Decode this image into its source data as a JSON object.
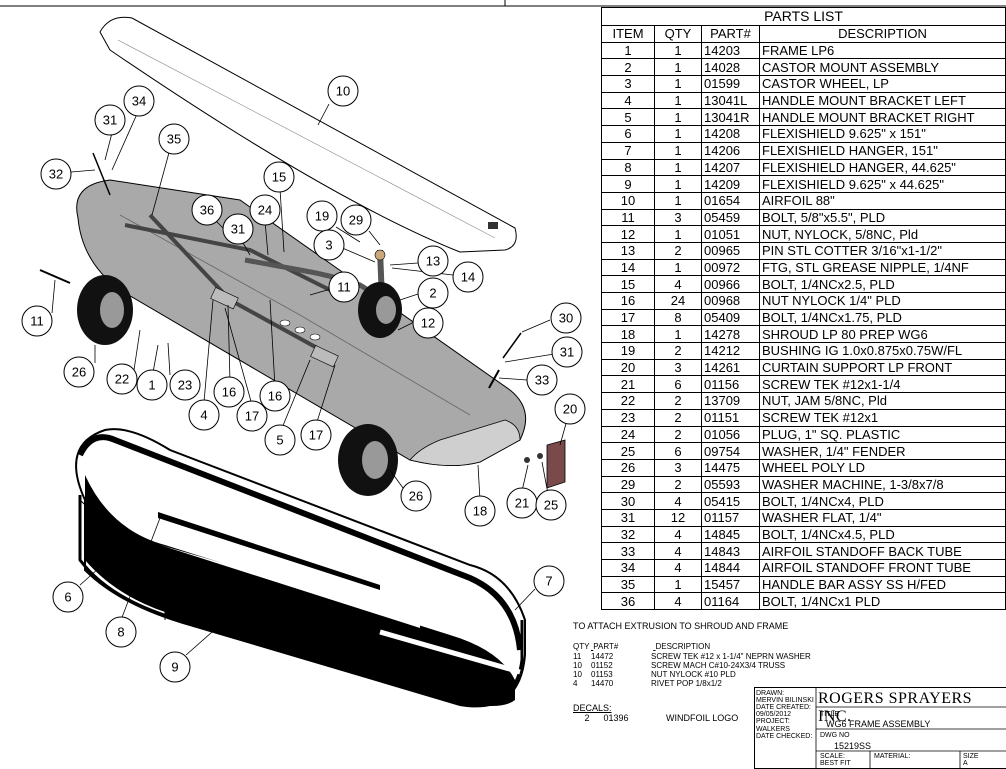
{
  "parts_list": {
    "title": "PARTS LIST",
    "headers": [
      "ITEM",
      "QTY",
      "PART#",
      "DESCRIPTION"
    ],
    "rows": [
      [
        "1",
        "1",
        "14203",
        "FRAME LP6"
      ],
      [
        "2",
        "1",
        "14028",
        "CASTOR MOUNT ASSEMBLY"
      ],
      [
        "3",
        "1",
        "01599",
        "CASTOR WHEEL, LP"
      ],
      [
        "4",
        "1",
        "13041L",
        "HANDLE MOUNT BRACKET LEFT"
      ],
      [
        "5",
        "1",
        "13041R",
        "HANDLE MOUNT BRACKET RIGHT"
      ],
      [
        "6",
        "1",
        "14208",
        "FLEXISHIELD 9.625\" x 151\""
      ],
      [
        "7",
        "1",
        "14206",
        "FLEXISHIELD HANGER, 151\""
      ],
      [
        "8",
        "1",
        "14207",
        "FLEXISHIELD HANGER, 44.625\""
      ],
      [
        "9",
        "1",
        "14209",
        "FLEXISHIELD 9.625\" x 44.625\""
      ],
      [
        "10",
        "1",
        "01654",
        "AIRFOIL 88\""
      ],
      [
        "11",
        "3",
        "05459",
        "BOLT, 5/8\"x5.5\", PLD"
      ],
      [
        "12",
        "1",
        "01051",
        "NUT, NYLOCK, 5/8NC, Pld"
      ],
      [
        "13",
        "2",
        "00965",
        "PIN STL COTTER 3/16\"x1-1/2\""
      ],
      [
        "14",
        "1",
        "00972",
        "FTG, STL GREASE NIPPLE, 1/4NF"
      ],
      [
        "15",
        "4",
        "00966",
        "BOLT, 1/4NCx2.5, PLD"
      ],
      [
        "16",
        "24",
        "00968",
        "NUT NYLOCK 1/4\" PLD"
      ],
      [
        "17",
        "8",
        "05409",
        "BOLT, 1/4NCx1.75, PLD"
      ],
      [
        "18",
        "1",
        "14278",
        "SHROUD LP 80 PREP WG6"
      ],
      [
        "19",
        "2",
        "14212",
        "BUSHING IG 1.0x0.875x0.75W/FL"
      ],
      [
        "20",
        "3",
        "14261",
        "CURTAIN SUPPORT LP FRONT"
      ],
      [
        "21",
        "6",
        "01156",
        "SCREW TEK #12x1-1/4"
      ],
      [
        "22",
        "2",
        "13709",
        "NUT, JAM 5/8NC, Pld"
      ],
      [
        "23",
        "2",
        "01151",
        "SCREW TEK #12x1"
      ],
      [
        "24",
        "2",
        "01056",
        "PLUG, 1\" SQ. PLASTIC"
      ],
      [
        "25",
        "6",
        "09754",
        "WASHER, 1/4\" FENDER"
      ],
      [
        "26",
        "3",
        "14475",
        "WHEEL POLY LD"
      ],
      [
        "29",
        "2",
        "05593",
        "WASHER MACHINE, 1-3/8x7/8"
      ],
      [
        "30",
        "4",
        "05415",
        "BOLT, 1/4NCx4, PLD"
      ],
      [
        "31",
        "12",
        "01157",
        "WASHER FLAT, 1/4\""
      ],
      [
        "32",
        "4",
        "14845",
        "BOLT, 1/4NCx4.5, PLD"
      ],
      [
        "33",
        "4",
        "14843",
        "AIRFOIL STANDOFF BACK TUBE"
      ],
      [
        "34",
        "4",
        "14844",
        "AIRFOIL STANDOFF FRONT TUBE"
      ],
      [
        "35",
        "1",
        "15457",
        "HANDLE BAR ASSY SS H/FED"
      ],
      [
        "36",
        "4",
        "01164",
        "BOLT, 1/4NCx1 PLD"
      ]
    ]
  },
  "extrusion": {
    "title": "TO ATTACH EXTRUSION TO SHROUD AND FRAME",
    "headers": [
      "QTY",
      "PART#",
      "DESCRIPTION"
    ],
    "rows": [
      [
        "11",
        "14472",
        "SCREW TEK #12 x 1-1/4\" NEPRN WASHER"
      ],
      [
        "10",
        "01152",
        "SCREW MACH C#10-24X3/4 TRUSS"
      ],
      [
        "10",
        "01153",
        "NUT NYLOCK #10 PLD"
      ],
      [
        "4",
        "14470",
        "RIVET POP 1/8x1/2"
      ]
    ]
  },
  "decals": {
    "label": "DECALS:",
    "row": [
      "2",
      "01396",
      "WINDFOIL LOGO"
    ]
  },
  "title_block": {
    "company": "ROGERS SPRAYERS INC.",
    "drawn_label": "DRAWN:",
    "drawn_by": "MERVIN BILINSKI",
    "date_created_label": "DATE CREATED:",
    "date_created": "09/05/2012",
    "project_label": "PROJECT:",
    "project": "WALKERS",
    "date_checked_label": "DATE CHECKED:",
    "title_label": "TITLE",
    "title": "WG6 FRAME ASSEMBLY",
    "dwg_no_label": "DWG NO",
    "dwg_no": "15219SS",
    "scale_label": "SCALE:",
    "scale": "BEST FIT",
    "material_label": "MATERIAL:",
    "size_label": "SIZE",
    "size": "A"
  },
  "balloons": [
    "10",
    "34",
    "31",
    "32",
    "35",
    "15",
    "36",
    "31",
    "24",
    "19",
    "29",
    "3",
    "13",
    "14",
    "11",
    "2",
    "12",
    "11",
    "30",
    "31",
    "33",
    "26",
    "22",
    "1",
    "23",
    "4",
    "16",
    "17",
    "16",
    "5",
    "17",
    "20",
    "26",
    "18",
    "21",
    "25",
    "6",
    "8",
    "7",
    "9"
  ]
}
